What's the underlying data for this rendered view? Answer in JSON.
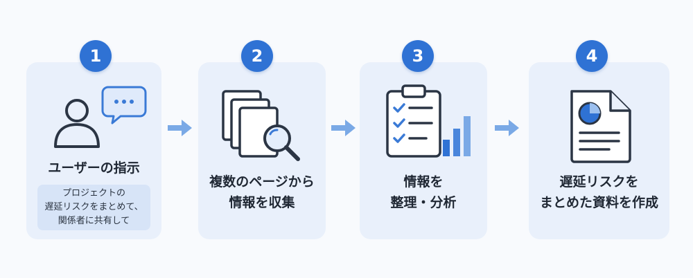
{
  "steps": [
    {
      "number": "1",
      "title": "ユーザーの指示",
      "detail": "プロジェクトの\n遅延リスクをまとめて、\n関係者に共有して",
      "icon": "user-chat-icon"
    },
    {
      "number": "2",
      "title": "複数のページから\n情報を収集",
      "icon": "documents-search-icon"
    },
    {
      "number": "3",
      "title": "情報を\n整理・分析",
      "icon": "clipboard-chart-icon"
    },
    {
      "number": "4",
      "title": "遅延リスクを\nまとめた資料を作成",
      "icon": "report-document-icon"
    }
  ],
  "colors": {
    "accent": "#2f72d4",
    "card": "#e9f0fb",
    "arrow": "#7aa9e6",
    "icon_stroke": "#2b3544"
  }
}
